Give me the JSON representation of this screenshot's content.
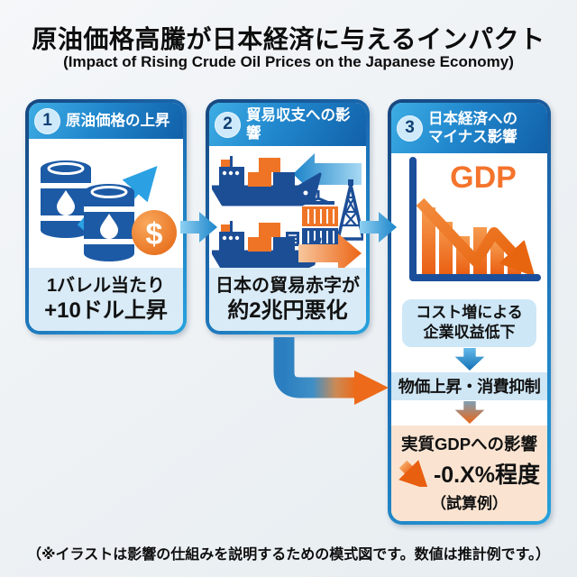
{
  "header": {
    "title": "原油価格高騰が日本経済に与えるインパクト",
    "subtitle": "(Impact of Rising Crude Oil Prices on the Japanese Economy)"
  },
  "panels": [
    {
      "number": "1",
      "title": "原油価格の上昇",
      "caption_line1": "1バレル当たり",
      "caption_line2": "+10ドル上昇",
      "coin_symbol": "$",
      "icons": [
        "oil-barrels-icon",
        "rising-trend-arrow-icon",
        "dollar-coin-icon"
      ]
    },
    {
      "number": "2",
      "title": "貿易収支への影響",
      "caption_line1": "日本の貿易赤字が",
      "caption_line2": "約2兆円悪化",
      "icons": [
        "import-arrow-icon",
        "cargo-ship-icon",
        "containers-crane-icon",
        "oil-derrick-icon",
        "export-arrow-icon"
      ]
    },
    {
      "number": "3",
      "title_line1": "日本経済への",
      "title_line2": "マイナス影響",
      "gdp_label": "GDP",
      "cost_line1": "コスト増による",
      "cost_line2": "企業収益低下",
      "band_text": "物価上昇・消費抑制",
      "result_title": "実質GDPへの影響",
      "result_value": "-0.X%程度",
      "result_note": "（試算例）",
      "icons": [
        "gdp-decline-chart-icon",
        "down-arrow-icon",
        "decline-arrow-icon"
      ]
    }
  ],
  "footer": {
    "note": "（※イラストは影響の仕組みを説明するための模式図です。数値は推計例です。）"
  },
  "colors": {
    "navy": "#1c4e96",
    "blue": "#2ba1e3",
    "header_gradient_start": "#3dade4",
    "header_gradient_end": "#1160a8",
    "orange": "#ec6a19",
    "caption_bg": "#d9ebf7",
    "band_bg": "#cfe6f5",
    "cost_box_bg": "#cde7f7",
    "result_bg": "#fae4d1",
    "page_bg": "#eef1f4"
  }
}
